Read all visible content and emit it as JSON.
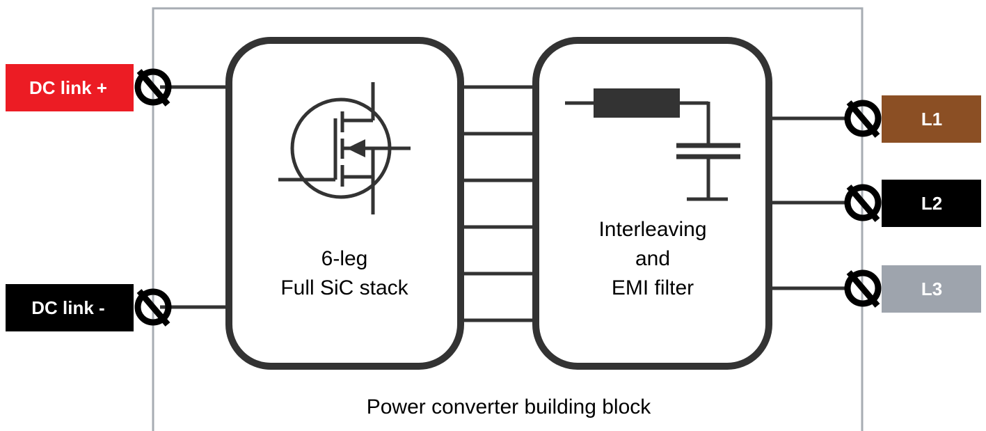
{
  "colors": {
    "background": "#ffffff",
    "enclosure": "#a7acb3",
    "stroke": "#222222",
    "dc_plus": "#ec1c24",
    "dc_minus": "#000000",
    "phase_l1": "#8b4f24",
    "phase_l2": "#000000",
    "phase_l3": "#9ea4ad"
  },
  "terminals": {
    "dc_plus": {
      "label": "DC link +",
      "icon": "terminal-icon"
    },
    "dc_minus": {
      "label": "DC link -",
      "icon": "terminal-icon"
    },
    "l1": {
      "label": "L1",
      "icon": "terminal-icon"
    },
    "l2": {
      "label": "L2",
      "icon": "terminal-icon"
    },
    "l3": {
      "label": "L3",
      "icon": "terminal-icon"
    }
  },
  "blocks": {
    "sic_stack": {
      "lines": [
        "6-leg",
        "Full SiC stack"
      ],
      "icon": "mosfet-icon"
    },
    "emi_filter": {
      "lines": [
        "Interleaving",
        "and",
        "EMI filter"
      ],
      "icon": "lc-filter-icon"
    }
  },
  "enclosure": {
    "caption": "Power converter building block"
  }
}
